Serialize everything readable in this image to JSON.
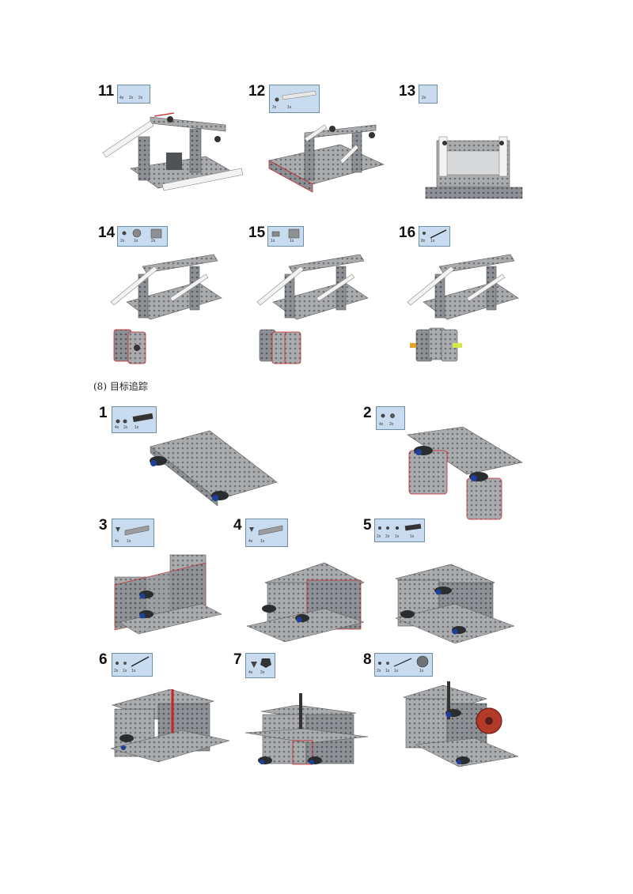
{
  "section_heading": "(8) 目标追踪",
  "steps_top": [
    {
      "num": "11",
      "parts": [
        "4x",
        "2x",
        "2x"
      ]
    },
    {
      "num": "12",
      "parts": [
        "2x",
        "1x"
      ]
    },
    {
      "num": "13",
      "parts": [
        "2x"
      ]
    },
    {
      "num": "14",
      "parts": [
        "2x",
        "1x",
        "2x"
      ]
    },
    {
      "num": "15",
      "parts": [
        "1x",
        "1x"
      ]
    },
    {
      "num": "16",
      "parts": [
        "8x",
        "1x"
      ]
    }
  ],
  "steps_bottom": [
    {
      "num": "1",
      "parts": [
        "4x",
        "2x",
        "1x"
      ]
    },
    {
      "num": "2",
      "parts": [
        "4x",
        "2x"
      ]
    },
    {
      "num": "3",
      "parts": [
        "4x",
        "1x"
      ]
    },
    {
      "num": "4",
      "parts": [
        "4x",
        "1x"
      ]
    },
    {
      "num": "5",
      "parts": [
        "2x",
        "2x",
        "1x",
        "1x"
      ]
    },
    {
      "num": "6",
      "parts": [
        "2x",
        "1x",
        "1x"
      ]
    },
    {
      "num": "7",
      "parts": [
        "4x",
        "2x"
      ]
    },
    {
      "num": "8",
      "parts": [
        "2x",
        "1x",
        "1x",
        "1x"
      ]
    }
  ],
  "colors": {
    "brick_gray": "#a7a9ab",
    "brick_dark": "#5b5f63",
    "beam_white": "#f3f3f3",
    "accent_red": "#c8252a",
    "wheel_blue": "#1f3f9a",
    "parts_box": "#c9dcef"
  },
  "icons": [
    "gray-brick-assembly-illustration",
    "white-beam-illustration",
    "parts-thumbnail"
  ]
}
